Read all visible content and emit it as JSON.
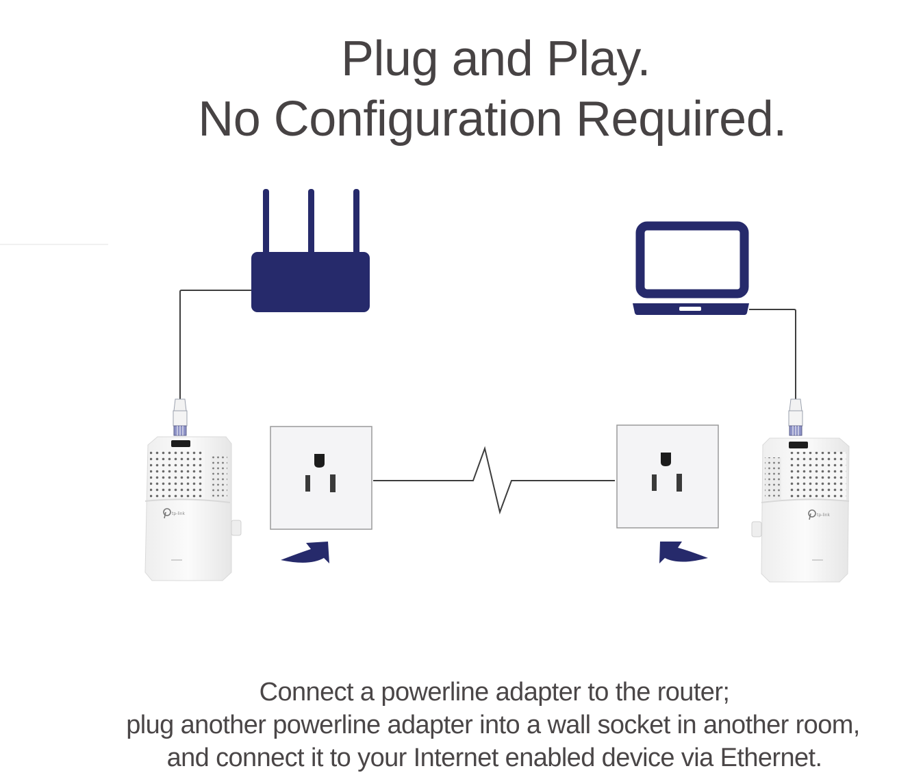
{
  "headline": {
    "line1": "Plug and Play.",
    "line2": "No Configuration Required."
  },
  "diagram": {
    "left_side": {
      "device": "router-icon",
      "cable": "ethernet-cable",
      "adapter": "powerline-adapter",
      "adapter_brand": "tp-link",
      "outlet": "wall-outlet",
      "arrow": "plug-in-arrow"
    },
    "right_side": {
      "device": "laptop-icon",
      "cable": "ethernet-cable",
      "adapter": "powerline-adapter",
      "adapter_brand": "tp-link",
      "outlet": "wall-outlet",
      "arrow": "plug-in-arrow"
    },
    "link": "powerline-zigzag-link",
    "colors": {
      "icon_navy": "#262a6b",
      "line_gray": "#3d3d3d",
      "outlet_face": "#f4f4f6",
      "adapter_white": "#f7f7f7"
    }
  },
  "caption": {
    "line1": "Connect a powerline adapter to the router;",
    "line2": "plug another powerline adapter into a wall socket in another room,",
    "line3": "and connect it to your Internet enabled device via Ethernet."
  }
}
